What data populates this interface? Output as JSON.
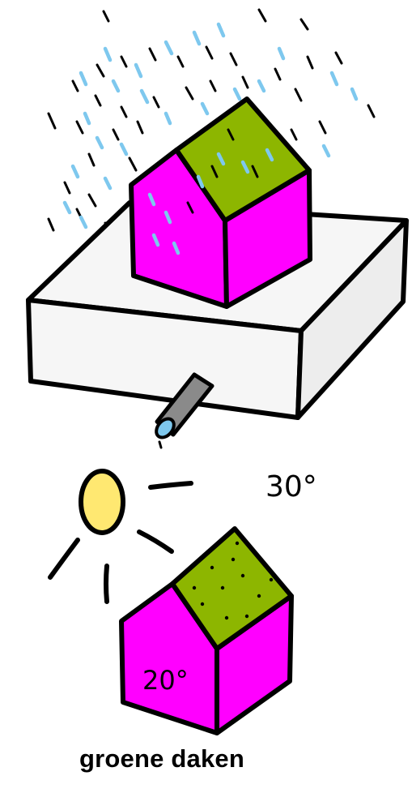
{
  "caption": "groene daken",
  "labels": {
    "outside_temp": "30°",
    "inside_temp": "20°"
  },
  "colors": {
    "wall": "#ff00ff",
    "roof": "#8db600",
    "sun": "#ffe871",
    "rain": "#7ec8ee",
    "tank": "#f6f6f6",
    "pipe": "#8a8a8a",
    "outline": "#000000"
  },
  "icons": [
    "rain-drops",
    "house-green-roof",
    "rainwater-tank",
    "drain-pipe",
    "sun",
    "sun-rays"
  ]
}
